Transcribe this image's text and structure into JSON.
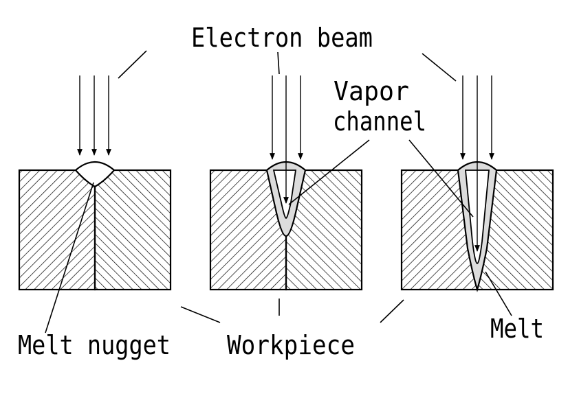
{
  "labels": {
    "electron_beam": "Electron beam",
    "vapor_channel_line1": "Vapor",
    "vapor_channel_line2": "channel",
    "melt_nugget": "Melt nugget",
    "workpiece": "Workpiece",
    "melt": "Melt"
  },
  "stages": [
    {
      "name": "stage-1-melt-nugget"
    },
    {
      "name": "stage-2-partial-penetration"
    },
    {
      "name": "stage-3-deep-penetration"
    }
  ],
  "colors": {
    "line": "#000000",
    "melt_fill": "#dcdcdc",
    "background": "#ffffff"
  }
}
